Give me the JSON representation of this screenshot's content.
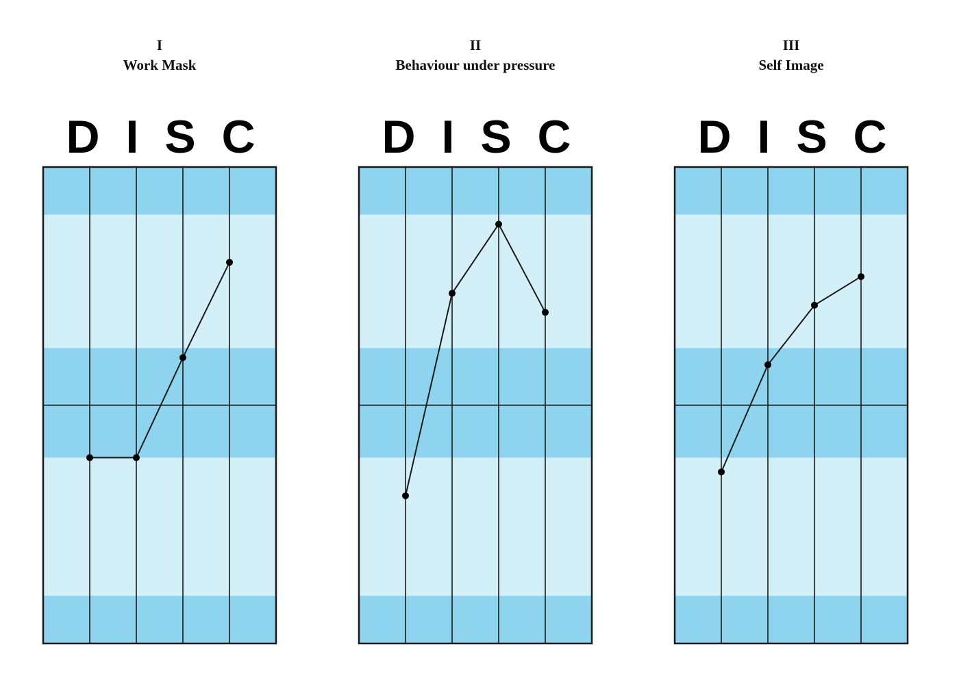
{
  "chart_data": [
    {
      "type": "line",
      "title_line1": "I",
      "title_line2": "Work Mask",
      "categories": [
        "D",
        "I",
        "S",
        "C"
      ],
      "values": [
        -2.2,
        -2.2,
        2.0,
        6.0
      ],
      "ylim": [
        -10,
        10
      ],
      "bands": {
        "dark": [
          [
            -10,
            -8
          ],
          [
            -2.2,
            2.4
          ],
          [
            8,
            10
          ]
        ],
        "light": [
          [
            -8,
            -2.2
          ],
          [
            2.4,
            8
          ]
        ]
      },
      "colors": {
        "dark_band": "#8ed4ef",
        "light_band": "#d3f0f8",
        "line": "#1a1a1a",
        "grid": "#1a1a1a"
      }
    },
    {
      "type": "line",
      "title_line1": "II",
      "title_line2": "Behaviour under pressure",
      "categories": [
        "D",
        "I",
        "S",
        "C"
      ],
      "values": [
        -3.8,
        4.7,
        7.6,
        3.9
      ],
      "ylim": [
        -10,
        10
      ],
      "bands": {
        "dark": [
          [
            -10,
            -8
          ],
          [
            -2.2,
            2.4
          ],
          [
            8,
            10
          ]
        ],
        "light": [
          [
            -8,
            -2.2
          ],
          [
            2.4,
            8
          ]
        ]
      },
      "colors": {
        "dark_band": "#8ed4ef",
        "light_band": "#d3f0f8",
        "line": "#1a1a1a",
        "grid": "#1a1a1a"
      }
    },
    {
      "type": "line",
      "title_line1": "III",
      "title_line2": "Self Image",
      "categories": [
        "D",
        "I",
        "S",
        "C"
      ],
      "values": [
        -2.8,
        1.7,
        4.2,
        5.4
      ],
      "ylim": [
        -10,
        10
      ],
      "bands": {
        "dark": [
          [
            -10,
            -8
          ],
          [
            -2.2,
            2.4
          ],
          [
            8,
            10
          ]
        ],
        "light": [
          [
            -8,
            -2.2
          ],
          [
            2.4,
            8
          ]
        ]
      },
      "colors": {
        "dark_band": "#8ed4ef",
        "light_band": "#d3f0f8",
        "line": "#1a1a1a",
        "grid": "#1a1a1a"
      }
    }
  ]
}
